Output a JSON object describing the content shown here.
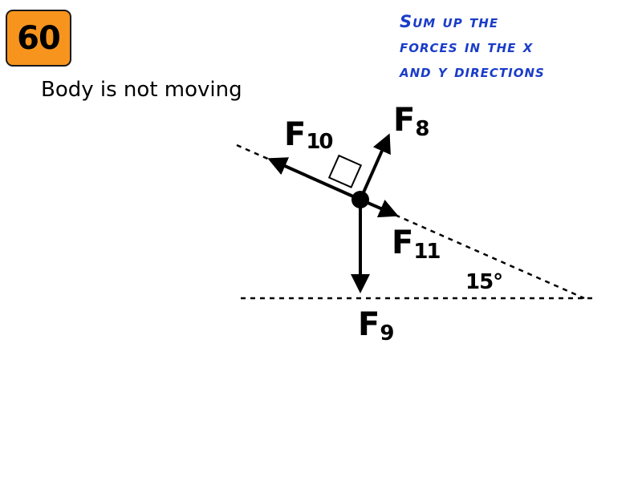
{
  "problem_number": "60",
  "status_text": "Body is not moving",
  "instruction_lines": [
    "Sum up the",
    "forces in the x",
    "and y directions"
  ],
  "forces": [
    {
      "symbol": "F",
      "subscript": "8"
    },
    {
      "symbol": "F",
      "subscript": "10"
    },
    {
      "symbol": "F",
      "subscript": "11"
    },
    {
      "symbol": "F",
      "subscript": "9"
    }
  ],
  "angle_label": "15°",
  "colors": {
    "badge": "#f7941d",
    "instruction": "#1a3cc8"
  }
}
